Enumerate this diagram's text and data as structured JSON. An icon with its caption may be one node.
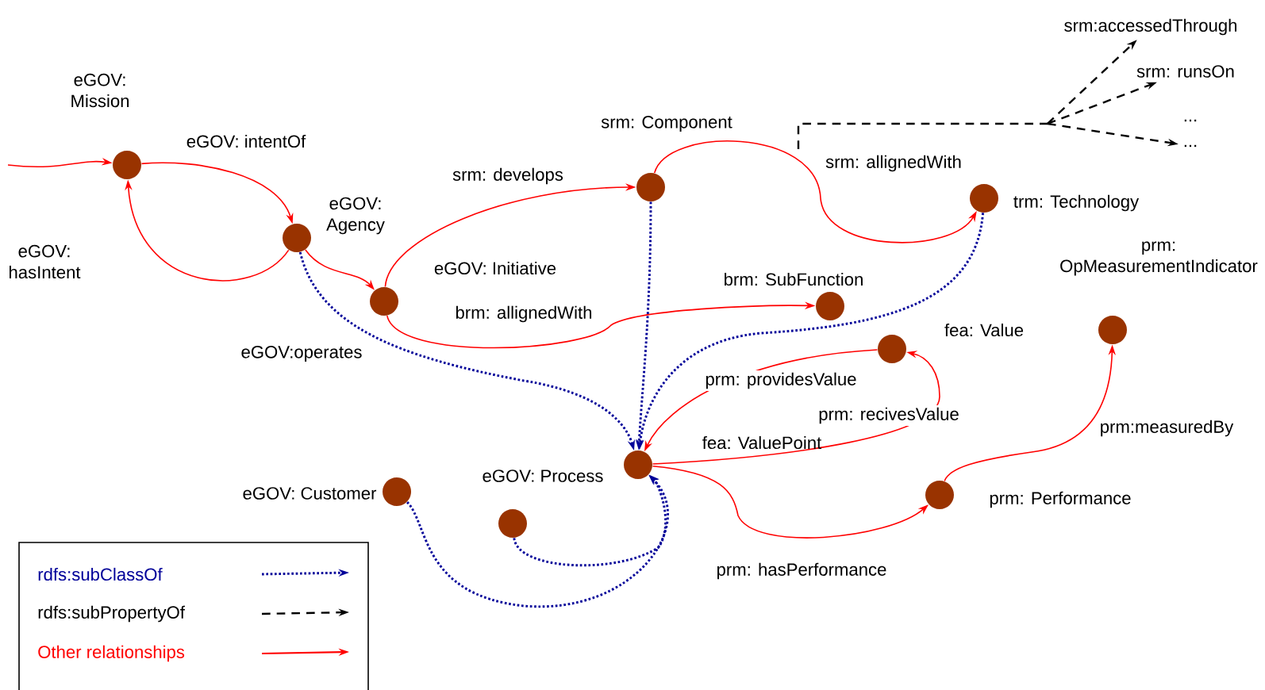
{
  "diagram": {
    "nodes": [
      {
        "text": [],
        "shape": "circle",
        "beside": [
          "eGOV: Mission"
        ]
      },
      {
        "text": [],
        "shape": "circle",
        "beside": [
          "eGOV: Agency"
        ]
      },
      {
        "text": [],
        "shape": "circle",
        "beside": [
          "eGOV: Initiative"
        ]
      },
      {
        "text": [],
        "shape": "circle",
        "beside": [
          "srm: Component"
        ]
      },
      {
        "text": [],
        "shape": "circle",
        "beside": [
          "trm: Technology"
        ]
      },
      {
        "text": [],
        "shape": "circle",
        "beside": [
          "brm: SubFunction"
        ]
      },
      {
        "text": [],
        "shape": "circle",
        "beside": [
          "fea: Value"
        ]
      },
      {
        "text": [],
        "shape": "circle",
        "beside": [
          "prm: OpMeasurementIndicator"
        ]
      },
      {
        "text": [],
        "shape": "circle",
        "beside": [
          "eGOV: Process"
        ]
      },
      {
        "text": [],
        "shape": "circle",
        "beside": [
          "eGOV: Customer"
        ]
      },
      {
        "text": [],
        "shape": "circle"
      },
      {
        "text": [],
        "shape": "circle",
        "beside": [
          "prm: Performance"
        ]
      },
      {
        "text": [
          "srm:accessedThrough"
        ]
      },
      {
        "text": [
          "srm: runsOn"
        ]
      },
      {
        "text": [
          "..."
        ]
      }
    ],
    "edges": [
      {
        "from": null,
        "to": 0,
        "arrow": "to"
      },
      {
        "from": 0,
        "to": 1,
        "arrow": "to",
        "label": "eGOV: intentOf"
      },
      {
        "from": 1,
        "to": 0,
        "arrow": "to",
        "label": "eGOV: hasIntent"
      },
      {
        "from": 1,
        "to": 2,
        "arrow": "to"
      },
      {
        "from": 2,
        "to": 3,
        "arrow": "to",
        "label": "srm: develops"
      },
      {
        "from": 3,
        "to": 4,
        "arrow": "to",
        "label": "srm: allignedWith"
      },
      {
        "from": 2,
        "to": 5,
        "arrow": "to",
        "label": "brm: allignedWith"
      },
      {
        "from": 6,
        "to": 8,
        "arrow": "to",
        "label": "prm: providesValue"
      },
      {
        "from": 8,
        "to": 6,
        "arrow": "to",
        "label": "prm: recivesValue"
      },
      {
        "from": 8,
        "to": 11,
        "arrow": "to",
        "label": "prm: hasPerformance"
      },
      {
        "from": 11,
        "to": 7,
        "arrow": "to",
        "label": "prm:measuredBy"
      },
      {
        "from": 1,
        "to": 8,
        "arrow": "to",
        "label": "eGOV:operates",
        "style": "dashed",
        "color": "#000099"
      },
      {
        "from": 3,
        "to": 8,
        "arrow": "to",
        "style": "dashed",
        "color": "#000099"
      },
      {
        "from": 4,
        "to": 8,
        "arrow": "to",
        "style": "dashed",
        "color": "#000099"
      },
      {
        "from": 9,
        "to": 8,
        "arrow": "to",
        "style": "dashed",
        "color": "#000099"
      },
      {
        "from": 10,
        "to": 8,
        "arrow": "to",
        "style": "dashed",
        "color": "#000099"
      },
      {
        "from": null,
        "to": 12,
        "arrow": "to",
        "style": "dashed",
        "color": "#000000"
      },
      {
        "from": null,
        "to": 13,
        "arrow": "to",
        "style": "dashed",
        "color": "#000000"
      },
      {
        "from": null,
        "to": 14,
        "arrow": "to",
        "style": "dashed",
        "color": "#000000"
      }
    ],
    "labels": [
      "...",
      "fea: ValuePoint"
    ],
    "legend": [
      {
        "text": "rdfs:subClassOf"
      },
      {
        "text": "rdfs:subPropertyOf"
      },
      {
        "text": "Other relationships"
      }
    ]
  }
}
